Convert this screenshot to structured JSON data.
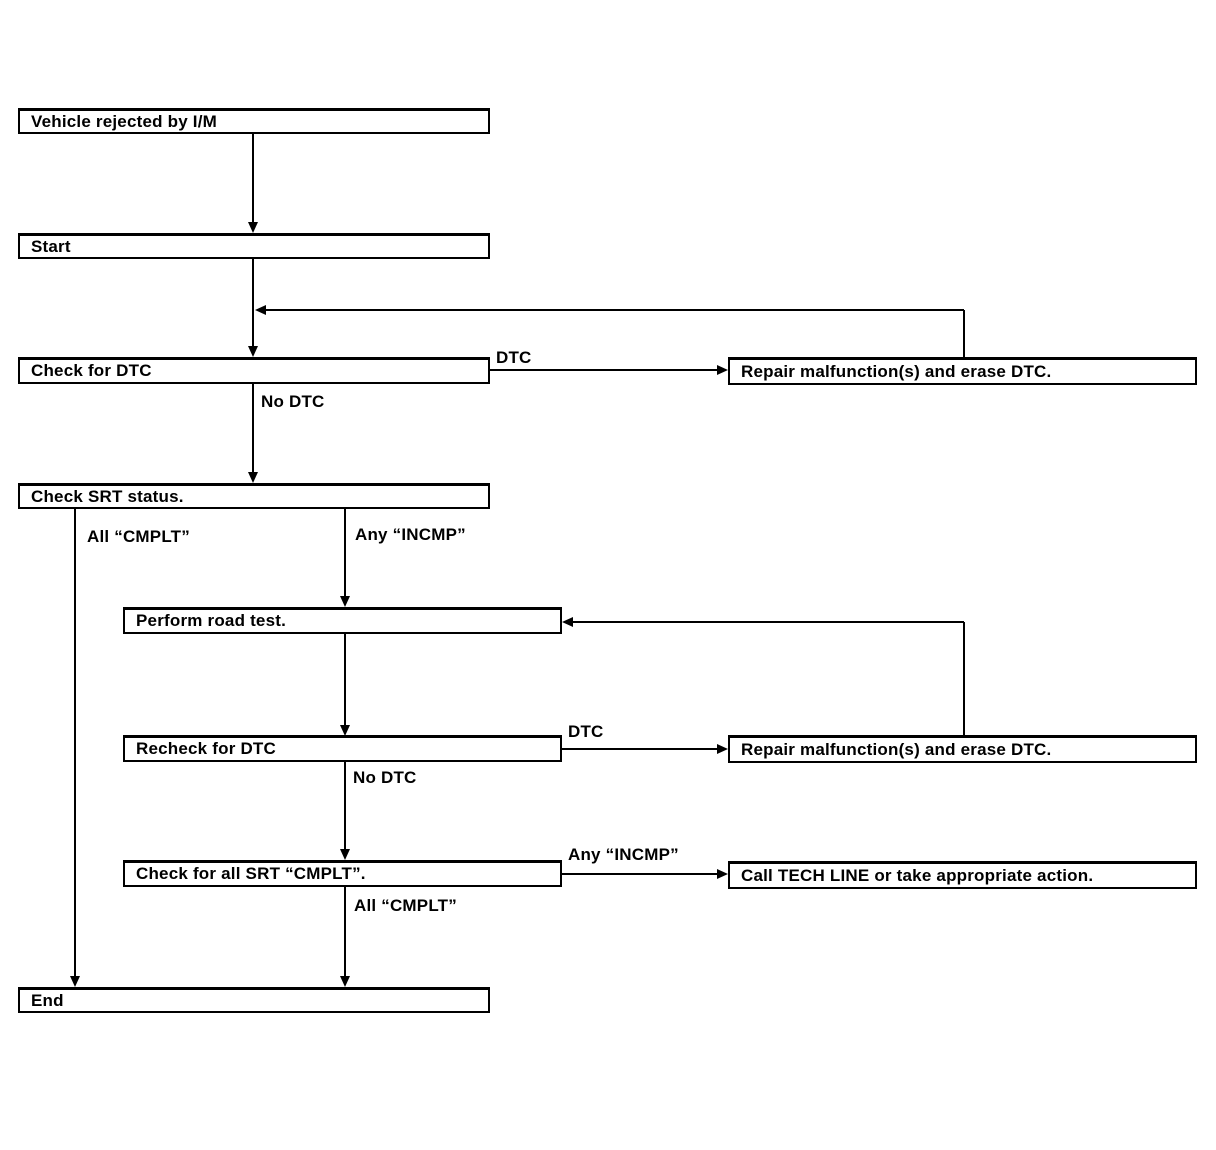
{
  "diagram": {
    "colors": {
      "line": "#000000",
      "background": "#ffffff"
    },
    "nodes": {
      "vehicle_rejected": "Vehicle rejected by I/M",
      "start": "Start",
      "check_dtc": "Check for DTC",
      "repair_dtc_1": "Repair malfunction(s) and erase DTC.",
      "check_srt": "Check SRT status.",
      "road_test": "Perform road test.",
      "recheck_dtc": "Recheck for DTC",
      "repair_dtc_2": "Repair malfunction(s) and erase DTC.",
      "check_all_srt": "Check for all SRT “CMPLT”.",
      "call_tech_line": "Call TECH LINE or take appropriate action.",
      "end": "End"
    },
    "edge_labels": {
      "dtc_1": "DTC",
      "no_dtc_1": "No DTC",
      "all_cmplt_left": "All “CMPLT”",
      "any_incmp_1": "Any “INCMP”",
      "dtc_2": "DTC",
      "no_dtc_2": "No DTC",
      "any_incmp_2": "Any “INCMP”",
      "all_cmplt_2": "All “CMPLT”"
    }
  }
}
